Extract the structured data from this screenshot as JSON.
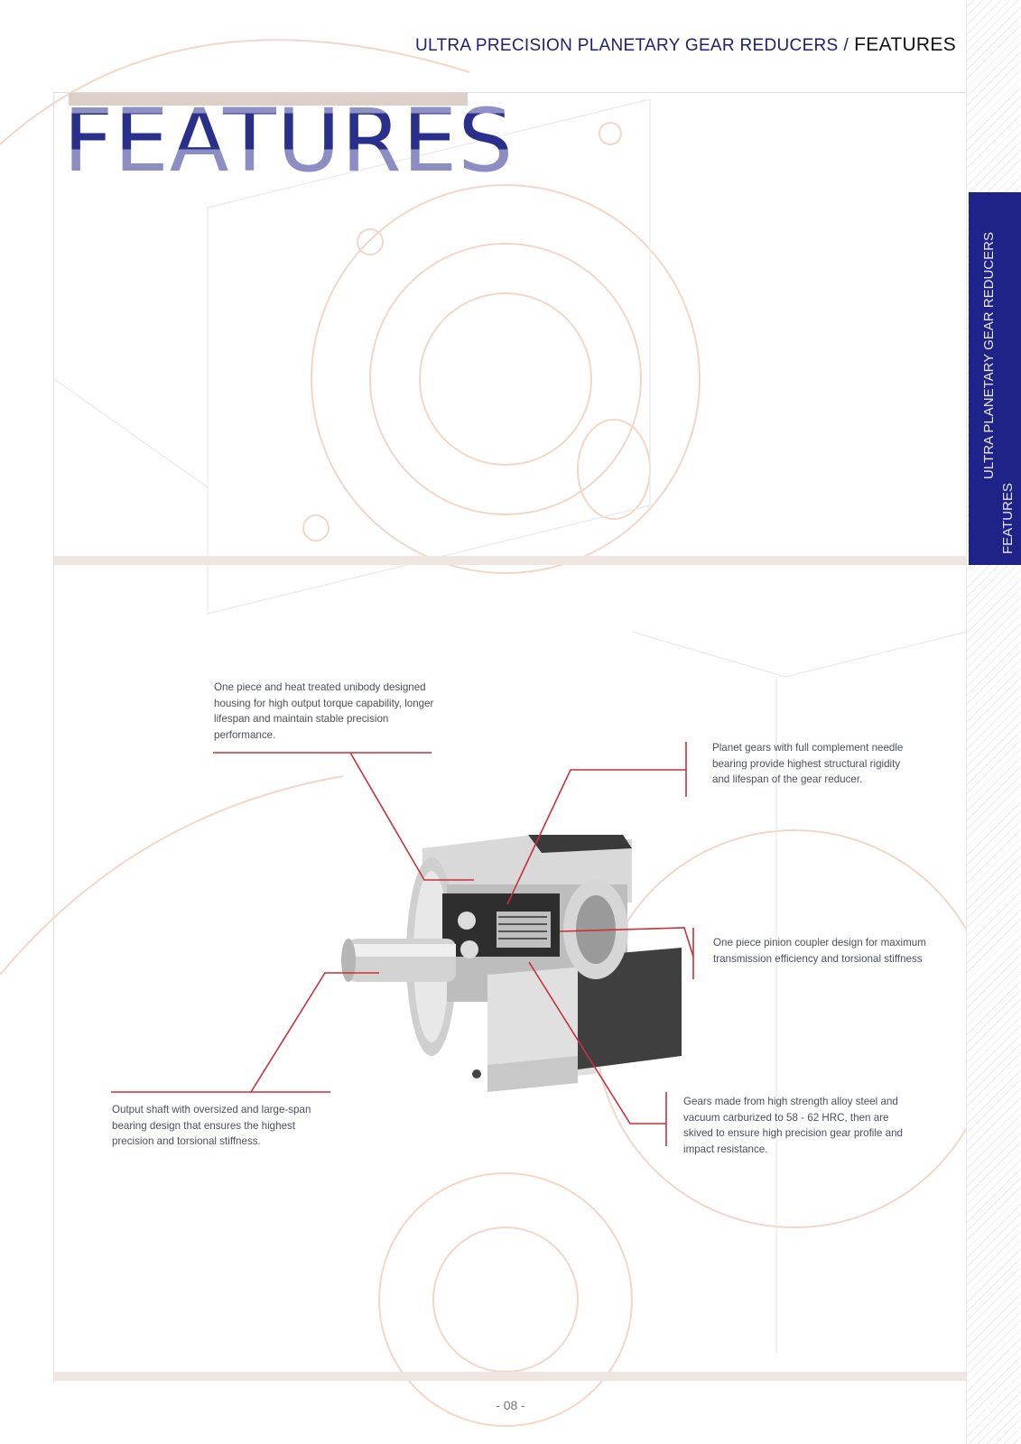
{
  "header": {
    "section": "ULTRA PRECISION PLANETARY GEAR REDUCERS",
    "separator": "/",
    "current": "FEATURES"
  },
  "title": "FEATURES",
  "side_tab": {
    "line1": "ULTRA PLANETARY GEAR REDUCERS",
    "line2": "FEATURES"
  },
  "callouts": {
    "housing": "One piece and heat treated unibody designed housing for high output torque capability, longer lifespan and maintain stable precision performance.",
    "planet_gears": "Planet gears with full complement needle bearing provide highest structural rigidity and lifespan of the gear reducer.",
    "pinion_coupler": "One piece pinion coupler design for maximum transmission efficiency and torsional stiffness",
    "gears_material": "Gears made from high strength alloy steel and vacuum carburized to 58 - 62 HRC, then are skived to ensure high precision gear profile and impact resistance.",
    "output_shaft": "Output shaft with oversized and large-span bearing design that ensures the highest precision and torsional stiffness."
  },
  "page_number": "- 08 -",
  "colors": {
    "brand_navy": "#1f2287",
    "callout_red": "#c9303a",
    "tan": "#dbcfc6"
  }
}
